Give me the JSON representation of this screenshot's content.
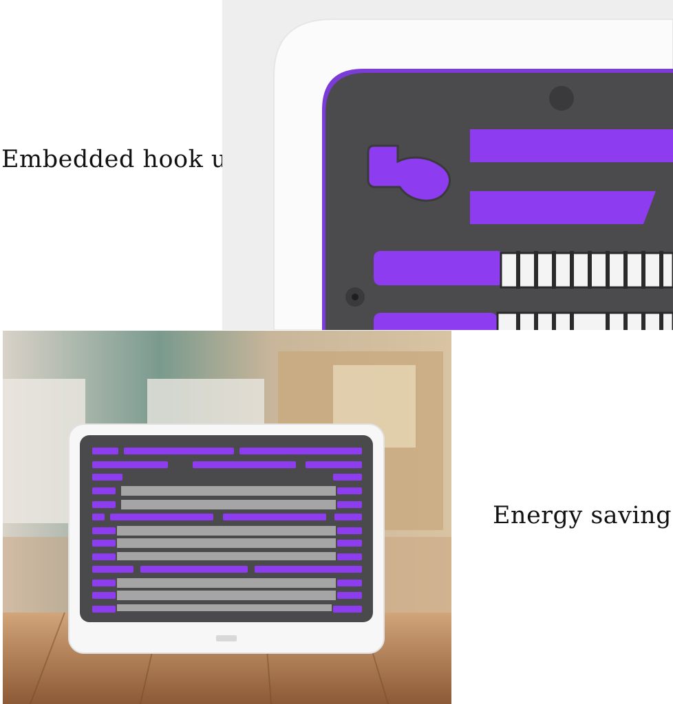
{
  "captions": {
    "top": "Embedded hook up",
    "bottom": "Energy saving"
  },
  "colors": {
    "uv_purple": "#8e3cf0",
    "panel_dark": "#4a4a4c",
    "housing_white": "#f7f7f7",
    "wood": "#b8835a"
  },
  "images": {
    "top": "close-up-hook-mount-photo",
    "bottom": "mosquito-killer-lamp-photo"
  }
}
